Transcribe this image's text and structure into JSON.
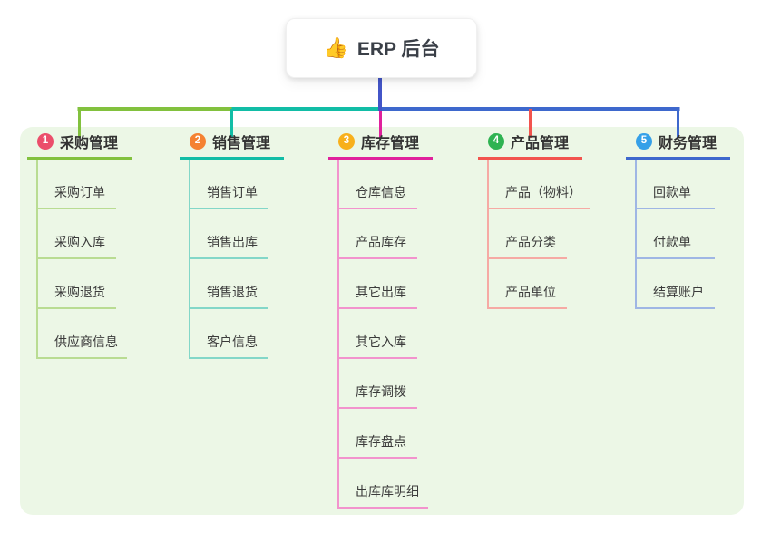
{
  "root": {
    "icon": "👍",
    "label": "ERP 后台"
  },
  "panel": {
    "bg": "#ecf7e6"
  },
  "connector": {
    "root_line_color": "#4355c8"
  },
  "branches": [
    {
      "number": "1",
      "label": "采购管理",
      "badge_color": "#eb4e6b",
      "line_color": "#82c13e",
      "child_line_color": "#b9dc92",
      "children": [
        "采购订单",
        "采购入库",
        "采购退货",
        "供应商信息"
      ]
    },
    {
      "number": "2",
      "label": "销售管理",
      "badge_color": "#f58232",
      "line_color": "#12bda6",
      "child_line_color": "#83d7c8",
      "children": [
        "销售订单",
        "销售出库",
        "销售退货",
        "客户信息"
      ]
    },
    {
      "number": "3",
      "label": "库存管理",
      "badge_color": "#f8b01b",
      "line_color": "#e0219c",
      "child_line_color": "#f293cd",
      "children": [
        "仓库信息",
        "产品库存",
        "其它出库",
        "其它入库",
        "库存调拨",
        "库存盘点",
        "出库库明细"
      ]
    },
    {
      "number": "4",
      "label": "产品管理",
      "badge_color": "#2fb352",
      "line_color": "#f2544e",
      "child_line_color": "#f6aaa4",
      "children": [
        "产品（物料）",
        "产品分类",
        "产品单位"
      ]
    },
    {
      "number": "5",
      "label": "财务管理",
      "badge_color": "#35a0e8",
      "line_color": "#3e68cd",
      "child_line_color": "#9fb6e4",
      "children": [
        "回款单",
        "付款单",
        "结算账户"
      ]
    }
  ]
}
